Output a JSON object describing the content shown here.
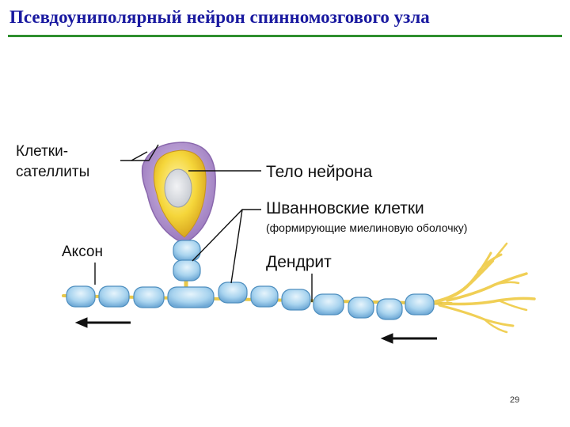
{
  "title": "Псевдоуниполярный нейрон спинномозгового узла",
  "labels": {
    "satellite_line1": "Клетки-",
    "satellite_line2": "сателлиты",
    "axon": "Аксон",
    "neuron_body": "Тело нейрона",
    "schwann": "Шванновские клетки",
    "schwann_note": "(формирующие миелиновую оболочку)",
    "dendrite": "Дендрит"
  },
  "page_number": "29",
  "colors": {
    "title": "#1a1aa0",
    "rule": "#2e8f2e",
    "myelin": "#a9d4ef",
    "myelin_stroke": "#4f8fbf",
    "axon": "#e8c84a",
    "soma": "#f5d63a",
    "satellite": "#b79ad1"
  }
}
